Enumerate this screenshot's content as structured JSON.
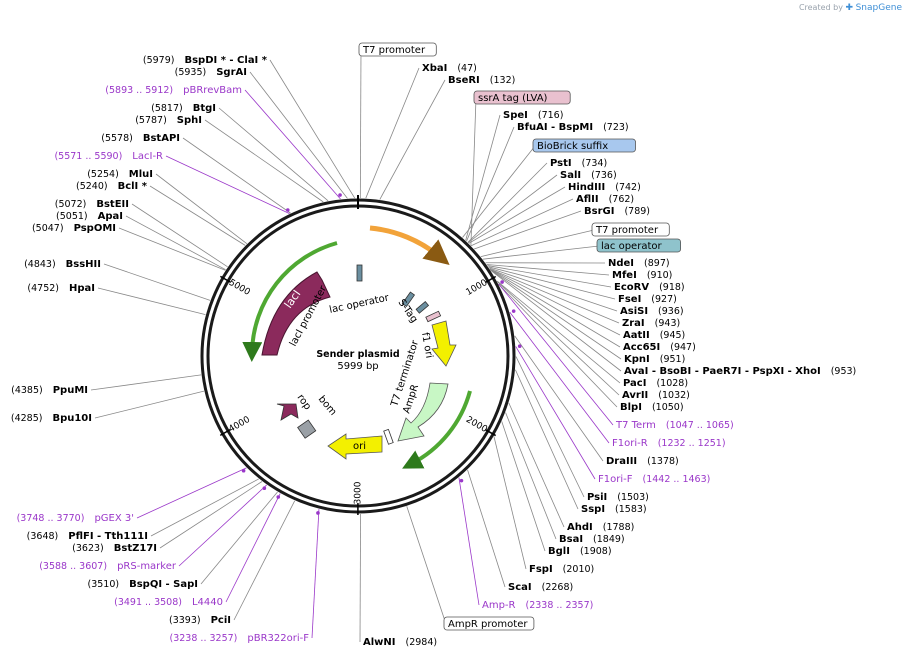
{
  "brand": {
    "prefix": "Created by",
    "name": "SnapGene"
  },
  "plasmid": {
    "name": "Sender plasmid",
    "size": "5999 bp"
  },
  "ticks": [
    "1000",
    "2000",
    "3000",
    "4000",
    "5000"
  ],
  "boxed": [
    {
      "name": "T7 promoter",
      "kind": "white"
    },
    {
      "name": "ssrA tag (LVA)",
      "kind": "pink"
    },
    {
      "name": "BioBrick suffix",
      "kind": "blue"
    },
    {
      "name": "T7 promoter",
      "kind": "white"
    },
    {
      "name": "lac operator",
      "kind": "teal"
    },
    {
      "name": "AmpR promoter",
      "kind": "white"
    }
  ],
  "sites_right": [
    {
      "name": "XbaI",
      "pos": "(47)"
    },
    {
      "name": "BseRI",
      "pos": "(132)"
    },
    {
      "name": "SpeI",
      "pos": "(716)"
    },
    {
      "name": "BfuAI  -  BspMI",
      "pos": "(723)"
    },
    {
      "name": "PstI",
      "pos": "(734)"
    },
    {
      "name": "SalI",
      "pos": "(736)"
    },
    {
      "name": "HindIII",
      "pos": "(742)"
    },
    {
      "name": "AflII",
      "pos": "(762)"
    },
    {
      "name": "BsrGI",
      "pos": "(789)"
    },
    {
      "name": "NdeI",
      "pos": "(897)"
    },
    {
      "name": "MfeI",
      "pos": "(910)"
    },
    {
      "name": "EcoRV",
      "pos": "(918)"
    },
    {
      "name": "FseI",
      "pos": "(927)"
    },
    {
      "name": "AsiSI",
      "pos": "(936)"
    },
    {
      "name": "ZraI",
      "pos": "(943)"
    },
    {
      "name": "AatII",
      "pos": "(945)"
    },
    {
      "name": "Acc65I",
      "pos": "(947)"
    },
    {
      "name": "KpnI",
      "pos": "(951)"
    },
    {
      "name": "AvaI  -  BsoBI  -  PaeR7I  -  PspXI  -  XhoI",
      "pos": "(953)"
    },
    {
      "name": "PacI",
      "pos": "(1028)"
    },
    {
      "name": "AvrII",
      "pos": "(1032)"
    },
    {
      "name": "BlpI",
      "pos": "(1050)"
    },
    {
      "name": "DraIII",
      "pos": "(1378)"
    },
    {
      "name": "PsiI",
      "pos": "(1503)"
    },
    {
      "name": "SspI",
      "pos": "(1583)"
    },
    {
      "name": "AhdI",
      "pos": "(1788)"
    },
    {
      "name": "BsaI",
      "pos": "(1849)"
    },
    {
      "name": "BglI",
      "pos": "(1908)"
    },
    {
      "name": "FspI",
      "pos": "(2010)"
    },
    {
      "name": "ScaI",
      "pos": "(2268)"
    },
    {
      "name": "AlwNI",
      "pos": "(2984)"
    }
  ],
  "primers_right": [
    {
      "name": "T7 Term",
      "pos": "(1047 .. 1065)"
    },
    {
      "name": "F1ori-R",
      "pos": "(1232 .. 1251)"
    },
    {
      "name": "F1ori-F",
      "pos": "(1442 .. 1463)"
    },
    {
      "name": "Amp-R",
      "pos": "(2338 .. 2357)"
    }
  ],
  "sites_left": [
    {
      "name": "BspDI *  -  ClaI *",
      "pos": "(5979)"
    },
    {
      "name": "SgrAI",
      "pos": "(5935)"
    },
    {
      "name": "BtgI",
      "pos": "(5817)"
    },
    {
      "name": "SphI",
      "pos": "(5787)"
    },
    {
      "name": "BstAPI",
      "pos": "(5578)"
    },
    {
      "name": "MluI",
      "pos": "(5254)"
    },
    {
      "name": "BclI *",
      "pos": "(5240)"
    },
    {
      "name": "BstEII",
      "pos": "(5072)"
    },
    {
      "name": "ApaI",
      "pos": "(5051)"
    },
    {
      "name": "PspOMI",
      "pos": "(5047)"
    },
    {
      "name": "BssHII",
      "pos": "(4843)"
    },
    {
      "name": "HpaI",
      "pos": "(4752)"
    },
    {
      "name": "PpuMI",
      "pos": "(4385)"
    },
    {
      "name": "Bpu10I",
      "pos": "(4285)"
    },
    {
      "name": "PflFI  -  Tth111I",
      "pos": "(3648)"
    },
    {
      "name": "BstZ17I",
      "pos": "(3623)"
    },
    {
      "name": "BspQI  -  SapI",
      "pos": "(3510)"
    },
    {
      "name": "PciI",
      "pos": "(3393)"
    }
  ],
  "primers_left": [
    {
      "name": "pBRrevBam",
      "pos": "(5893 .. 5912)"
    },
    {
      "name": "LacI-R",
      "pos": "(5571 .. 5590)"
    },
    {
      "name": "pGEX 3'",
      "pos": "(3748 .. 3770)"
    },
    {
      "name": "pRS-marker",
      "pos": "(3588 .. 3607)"
    },
    {
      "name": "L4440",
      "pos": "(3491 .. 3508)"
    },
    {
      "name": "pBR322ori-F",
      "pos": "(3238 .. 3257)"
    }
  ],
  "features": [
    "lacI",
    "lacI promoter",
    "lac operator",
    "S-Tag",
    "f1 ori",
    "T7 terminator",
    "AmpR",
    "ori",
    "rop",
    "bom"
  ],
  "colors": {
    "backbone": "#1a1a1a",
    "primer": "#9a37c9",
    "lacI": "#8b2a5c",
    "f1ori": "#f3f000",
    "ampr": "#c8f7c5",
    "ori": "#f3f000",
    "rop": "#8b2a5c",
    "bom": "#9aa0a6",
    "ssrA": "#e9c1cf",
    "biobrick": "#a8c8ee",
    "lacop": "#8fc3cc",
    "arc_orange": "#f2a33a",
    "arc_green": "#4fa832"
  }
}
